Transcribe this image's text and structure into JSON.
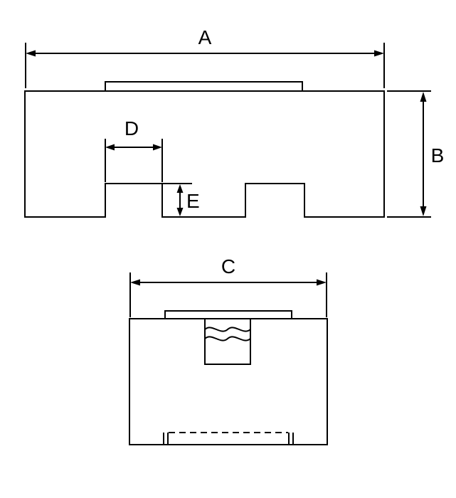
{
  "page": {
    "background": "#ffffff",
    "line_color": "#000000"
  },
  "diagram": {
    "type": "technical-drawing",
    "labels": {
      "A": "A",
      "B": "B",
      "C": "C",
      "D": "D",
      "E": "E"
    }
  }
}
